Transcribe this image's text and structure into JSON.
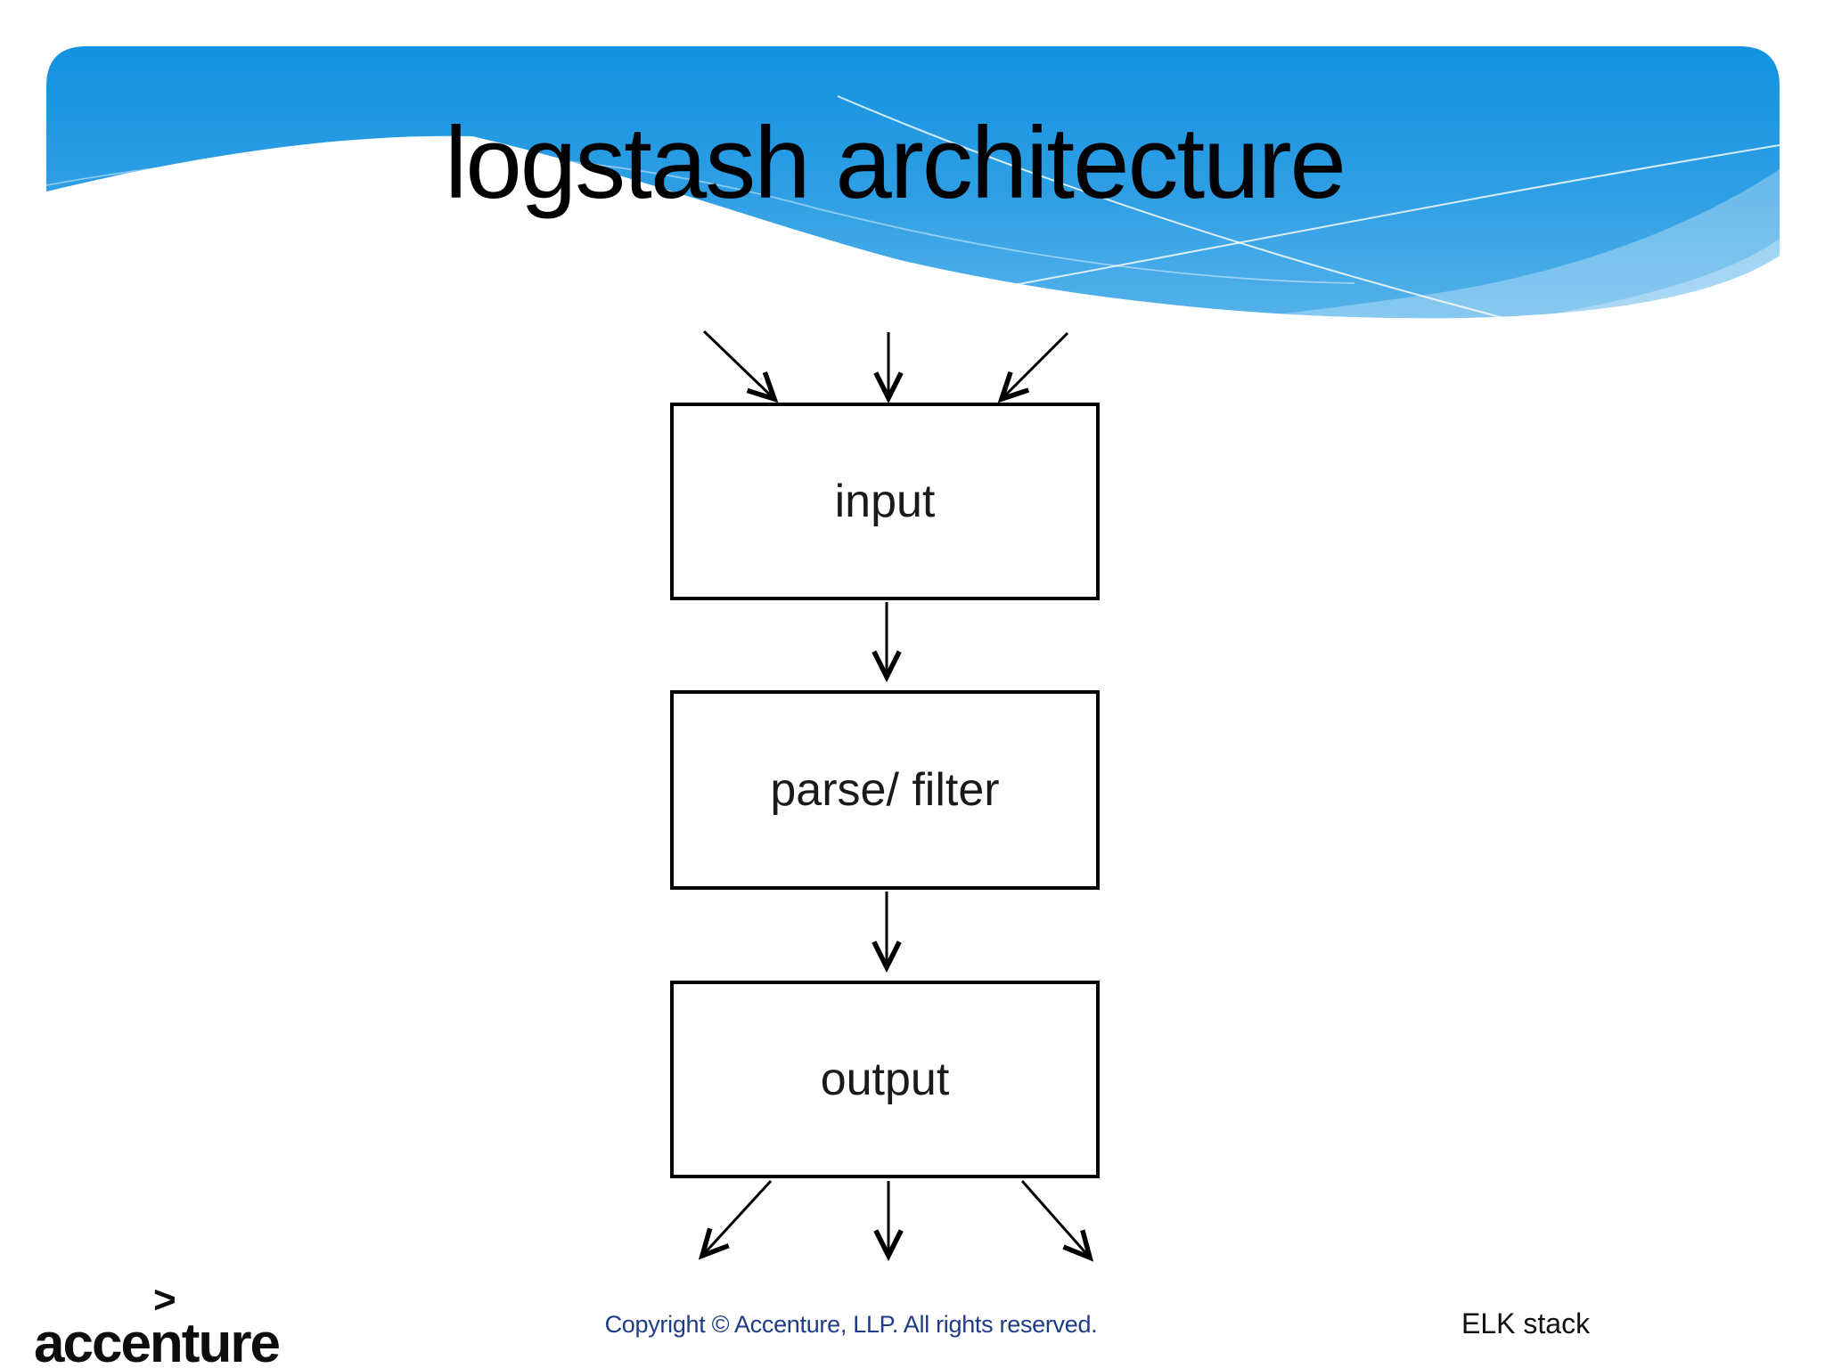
{
  "slide": {
    "title": "logstash architecture",
    "diagram": {
      "nodes": [
        {
          "id": "input",
          "label": "input"
        },
        {
          "id": "parse-filter",
          "label": "parse/ filter"
        },
        {
          "id": "output",
          "label": "output"
        }
      ]
    },
    "footer": {
      "logo_text": "accenture",
      "logo_symbol": ">",
      "copyright": "Copyright © Accenture, LLP. All rights reserved.",
      "deck_label": "ELK stack"
    },
    "colors": {
      "header_blue_top": "#1496e2",
      "header_blue_bottom": "#54b2ea",
      "header_band_light": "#a9d8f3",
      "box_border": "#000000",
      "copyright_text": "#1e3c85"
    }
  }
}
